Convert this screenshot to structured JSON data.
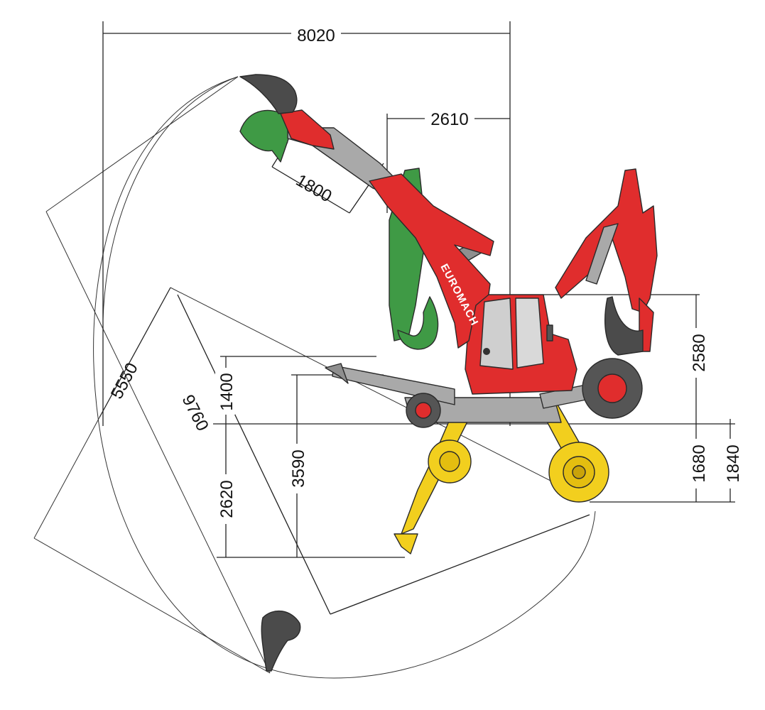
{
  "brand": "EUROMACH",
  "colors": {
    "arm_main": "#e02d2d",
    "arm_alt": "#3f9a45",
    "legs": "#f2cf1e",
    "boom_grey": "#a9a9a9",
    "bucket_dark": "#4b4b4b",
    "cab_glass": "#cfcfcf",
    "tire": "#555555"
  },
  "dimensions": {
    "overall_width": "8020",
    "front_reach": "2610",
    "stick_length": "1800",
    "height_right": "2580",
    "height_left": "1400",
    "leg_depth": "2620",
    "dig_depth": "3590",
    "wheel_depth": "1680",
    "total_depth": "1840",
    "radius_inner": "5550",
    "radius_outer": "9760"
  }
}
